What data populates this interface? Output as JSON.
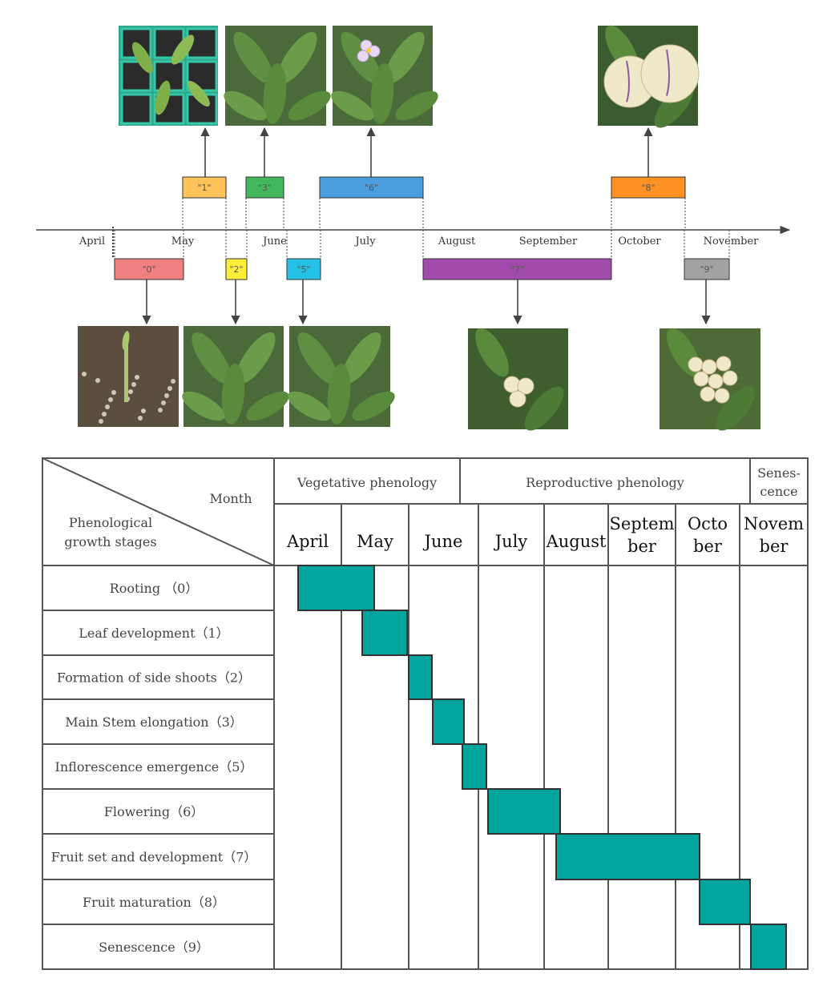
{
  "timeline": {
    "months": [
      "April",
      "May",
      "June",
      "July",
      "August",
      "September",
      "October",
      "November"
    ],
    "stages": [
      {
        "label": "\"0\"",
        "color": "#f08080"
      },
      {
        "label": "\"1\"",
        "color": "#ffc35a"
      },
      {
        "label": "\"2\"",
        "color": "#ffee3a"
      },
      {
        "label": "\"3\"",
        "color": "#44b85e"
      },
      {
        "label": "\"5\"",
        "color": "#24c2e4"
      },
      {
        "label": "\"6\"",
        "color": "#4a9ede"
      },
      {
        "label": "\"7\"",
        "color": "#a04aac"
      },
      {
        "label": "\"8\"",
        "color": "#ff9222"
      },
      {
        "label": "\"9\"",
        "color": "#a2a2a2"
      }
    ]
  },
  "table": {
    "header_month": "Month",
    "header_stage_lines": [
      "Phenological",
      "growth stages"
    ],
    "phenology_groups": [
      "Vegetative phenology",
      "Reproductive phenology"
    ],
    "senescence_header_lines": [
      "Senes-",
      "cence"
    ],
    "month_columns": [
      [
        "April"
      ],
      [
        "May"
      ],
      [
        "June"
      ],
      [
        "July"
      ],
      [
        "August"
      ],
      [
        "Septem",
        "ber"
      ],
      [
        "Octo",
        "ber"
      ],
      [
        "Novem",
        "ber"
      ]
    ],
    "bar_color": "#00a59e",
    "rows": [
      "Rooting （0）",
      "Leaf development（1）",
      "Formation of side shoots（2）",
      "Main Stem elongation（3）",
      "Inflorescence emergence（5）",
      "Flowering（6）",
      "Fruit set and development（7）",
      "Fruit maturation（8）",
      "Senescence（9）"
    ]
  }
}
